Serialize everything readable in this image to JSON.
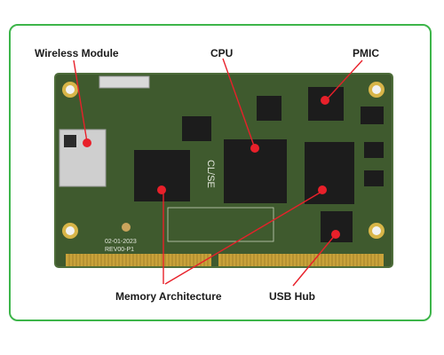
{
  "colors": {
    "border": "#3db54a",
    "pcb": "#3f5a2e",
    "pcb_edge": "#4e6d3a",
    "chip": "#1c1c1c",
    "marker": "#e8202a",
    "leader": "#e8202a",
    "gold": "#c9a23a"
  },
  "labels": {
    "wireless_module": "Wireless Module",
    "cpu": "CPU",
    "pmic": "PMIC",
    "memory_architecture": "Memory Architecture",
    "usb_hub": "USB Hub"
  },
  "board_silkscreen": {
    "brand": "CL/SE",
    "revision": "REV00-P1",
    "date": "02-01-2023"
  },
  "icons": [
    "mounting-hole-icon",
    "marker-dot-icon"
  ]
}
